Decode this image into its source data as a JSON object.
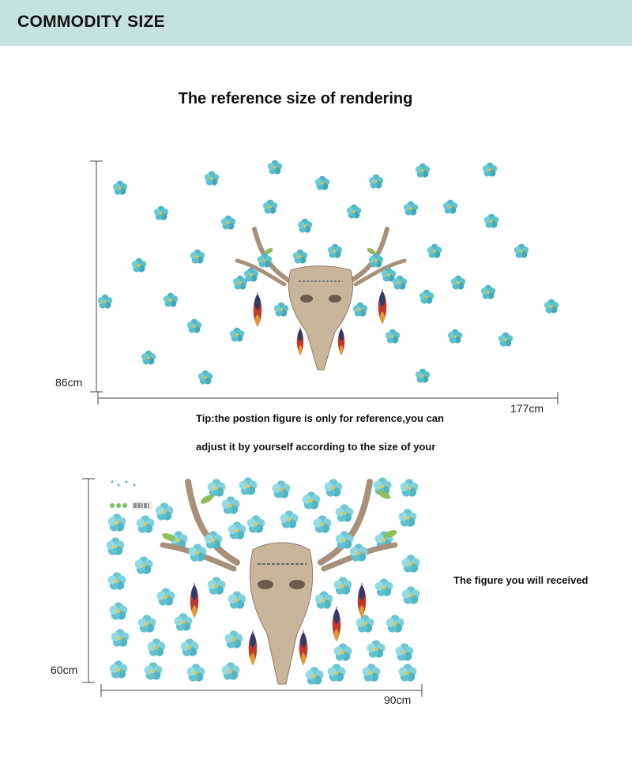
{
  "header": {
    "title": "COMMODITY SIZE"
  },
  "reference": {
    "heading": "The reference size of rendering",
    "height_label": "86cm",
    "width_label": "177cm"
  },
  "tip": {
    "line1": "Tip:the postion figure is only for reference,you can",
    "line2": "adjust it by yourself according to the size of your"
  },
  "received": {
    "height_label": "60cm",
    "width_label": "90cm",
    "note": "The figure you will received"
  },
  "colors": {
    "header_bg": "#c4e3de",
    "flower": "#4fb9c8",
    "flower_light": "#8fd6de",
    "flower_center": "#f2c230",
    "skull": "#c9b59a",
    "antler": "#a8917a",
    "feather_red": "#c0392b",
    "leaf": "#8fbf5a"
  },
  "icons": {
    "flower": "flower-icon",
    "skull": "deer-skull-illustration",
    "feather": "feather-icon",
    "barcode": "barcode-icon"
  }
}
